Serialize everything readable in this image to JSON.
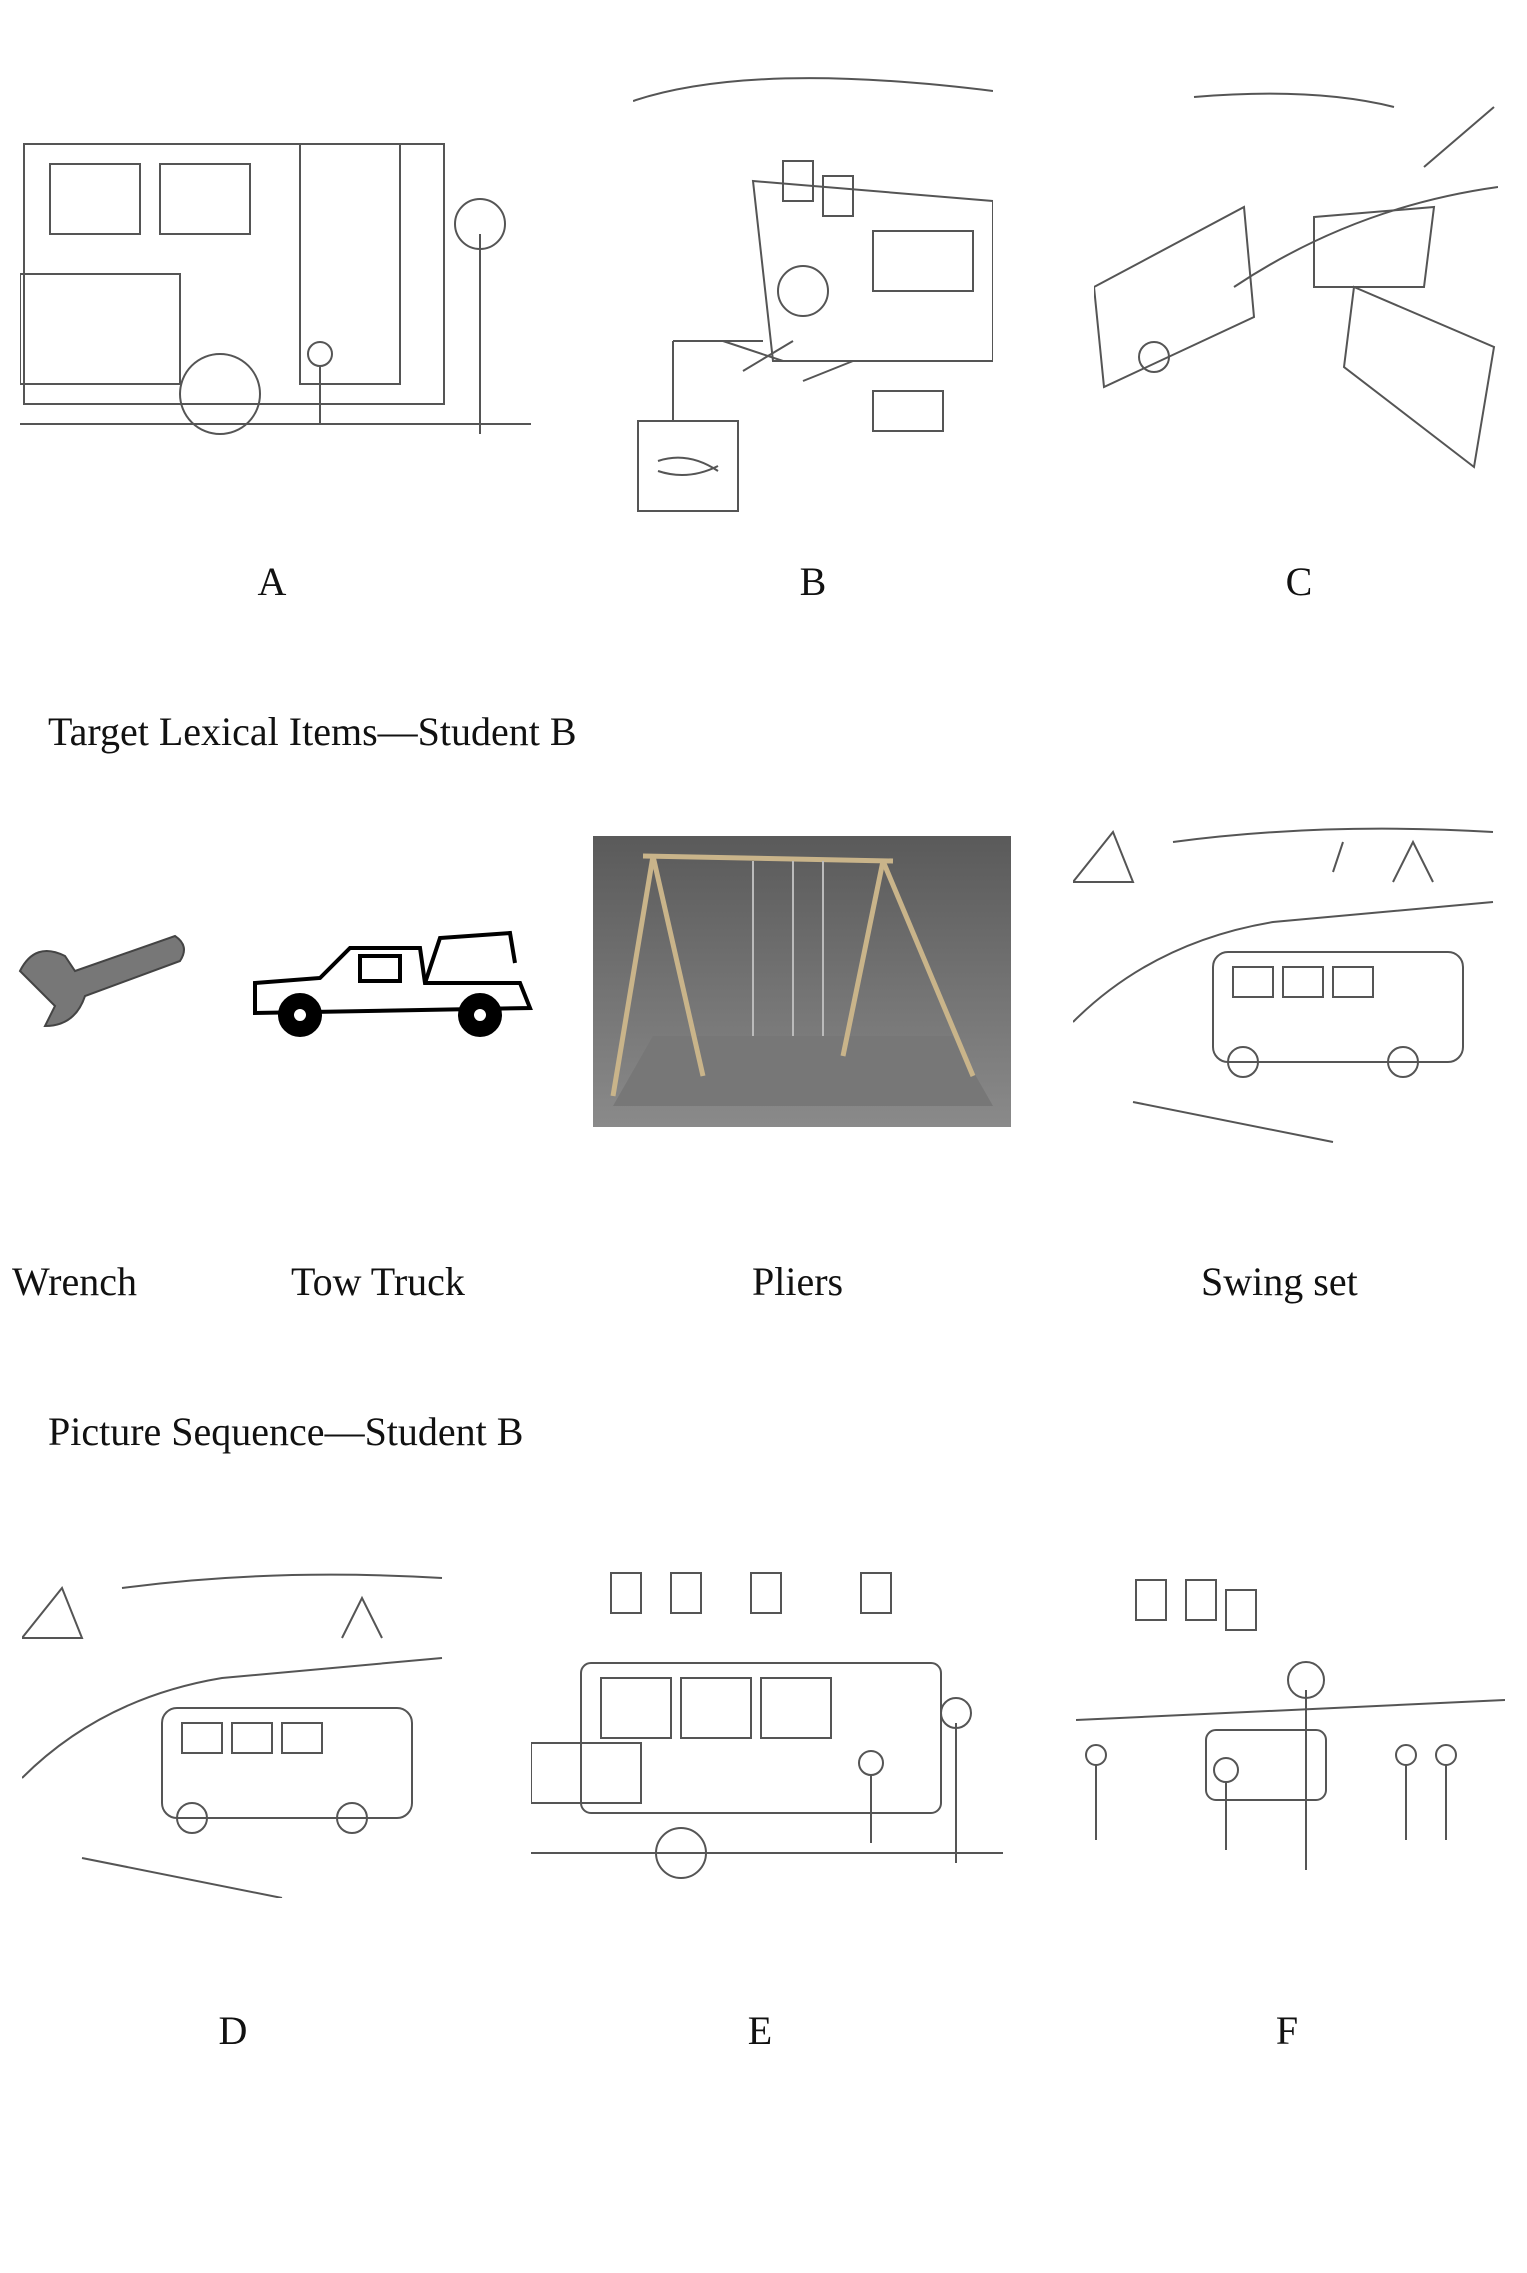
{
  "student_a_sequence": {
    "labels": [
      "A",
      "B",
      "C"
    ]
  },
  "lexical_items": {
    "heading": "Target Lexical Items—Student B",
    "items": [
      "Wrench",
      "Tow Truck",
      "Pliers",
      "Swing set"
    ]
  },
  "student_b_sequence": {
    "heading": "Picture Sequence—Student B",
    "labels": [
      "D",
      "E",
      "F"
    ]
  }
}
